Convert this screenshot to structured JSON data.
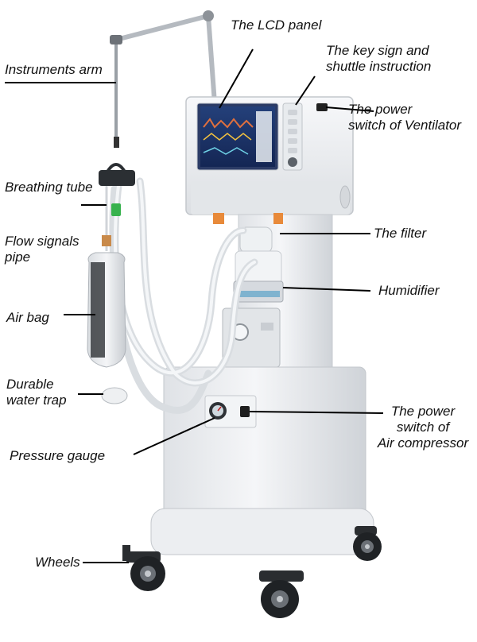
{
  "labels": {
    "lcd_panel": "The LCD panel",
    "key_sign": "The key sign and\nshuttle instruction",
    "instruments_arm": "Instruments arm",
    "power_switch_ventilator": "The power\nswitch of Ventilator",
    "breathing_tube": "Breathing tube",
    "flow_signals_pipe": "Flow signals\npipe",
    "filter": "The filter",
    "humidifier": "Humidifier",
    "air_bag": "Air bag",
    "durable_water_trap": "Durable\nwater trap",
    "power_switch_air_compressor": "The power\nswitch of\nAir compressor",
    "pressure_gauge": "Pressure gauge",
    "wheels": "Wheels"
  },
  "colors": {
    "body": "#eef0f2",
    "body_shadow": "#c9ccd0",
    "screen_frame": "#2a3f70",
    "screen_bg": "#1b2a55",
    "waveform": "#e06a3a",
    "leader_line": "#000000",
    "wheel": "#222222",
    "tubing": "#e6e9ec"
  }
}
